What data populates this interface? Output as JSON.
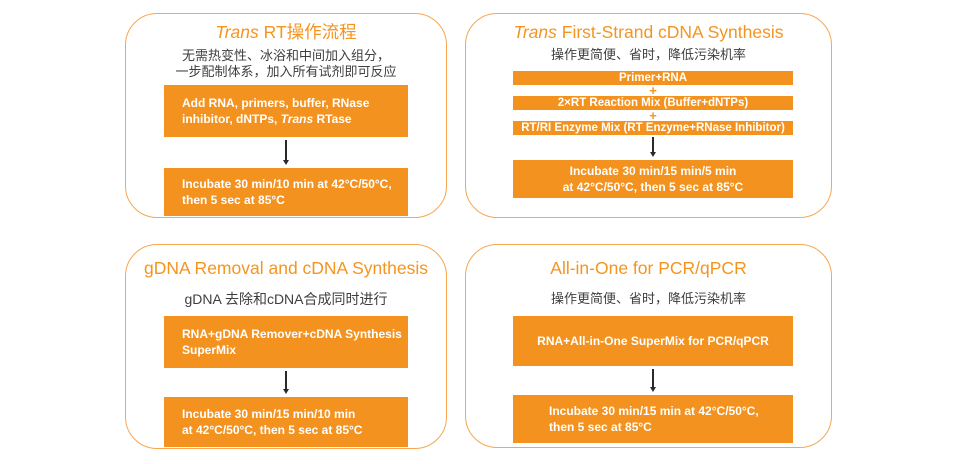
{
  "colors": {
    "accent_orange": "#F3921E",
    "border_orange": "#F7A74F",
    "title_orange": "#F5941F",
    "dark_text": "#3E3E3D",
    "box_text": "#FFFFFF",
    "arrow": "#2A2A2A"
  },
  "panels": [
    {
      "name": "trans-rt-workflow",
      "title_it": "Trans",
      "title_tail": " RT操作流程",
      "subtitle_line1": "无需热变性、冰浴和中间加入组分，",
      "subtitle_line2": "一步配制体系，加入所有试剂即可反应",
      "box1_line1": "Add RNA, primers, buffer, RNase",
      "box1_line2_pre": "inhibitor, dNTPs, ",
      "box1_line2_it": "Trans",
      "box1_line2_tail": " RTase",
      "box2_line1": "Incubate 30 min/10 min at 42°C/50°C,",
      "box2_line2": "then 5 sec at 85°C"
    },
    {
      "name": "trans-first-strand",
      "title_it": "Trans",
      "title_tail": " First-Strand cDNA Synthesis",
      "subtitle": "操作更简便、省时，降低污染机率",
      "bar1": "Primer+RNA",
      "plus1": "+",
      "bar2": "2×RT Reaction Mix (Buffer+dNTPs)",
      "plus2": "+",
      "bar3": "RT/RI Enzyme Mix (RT Enzyme+RNase Inhibitor)",
      "box_line1": "Incubate 30 min/15 min/5 min",
      "box_line2": "at 42°C/50°C, then 5 sec at 85°C"
    },
    {
      "name": "gdna-removal",
      "title": "gDNA Removal and cDNA Synthesis",
      "subtitle": "gDNA 去除和cDNA合成同时进行",
      "box1_line1": "RNA+gDNA Remover+cDNA Synthesis",
      "box1_line2": "SuperMix",
      "box2_line1": "Incubate 30 min/15 min/10 min",
      "box2_line2": "at 42°C/50°C, then 5 sec at 85°C"
    },
    {
      "name": "all-in-one",
      "title": "All-in-One for PCR/qPCR",
      "subtitle": "操作更简便、省时，降低污染机率",
      "box1": "RNA+All-in-One SuperMix for PCR/qPCR",
      "box2_line1": "Incubate 30 min/15 min at 42°C/50°C,",
      "box2_line2": "then 5 sec at 85°C"
    }
  ]
}
